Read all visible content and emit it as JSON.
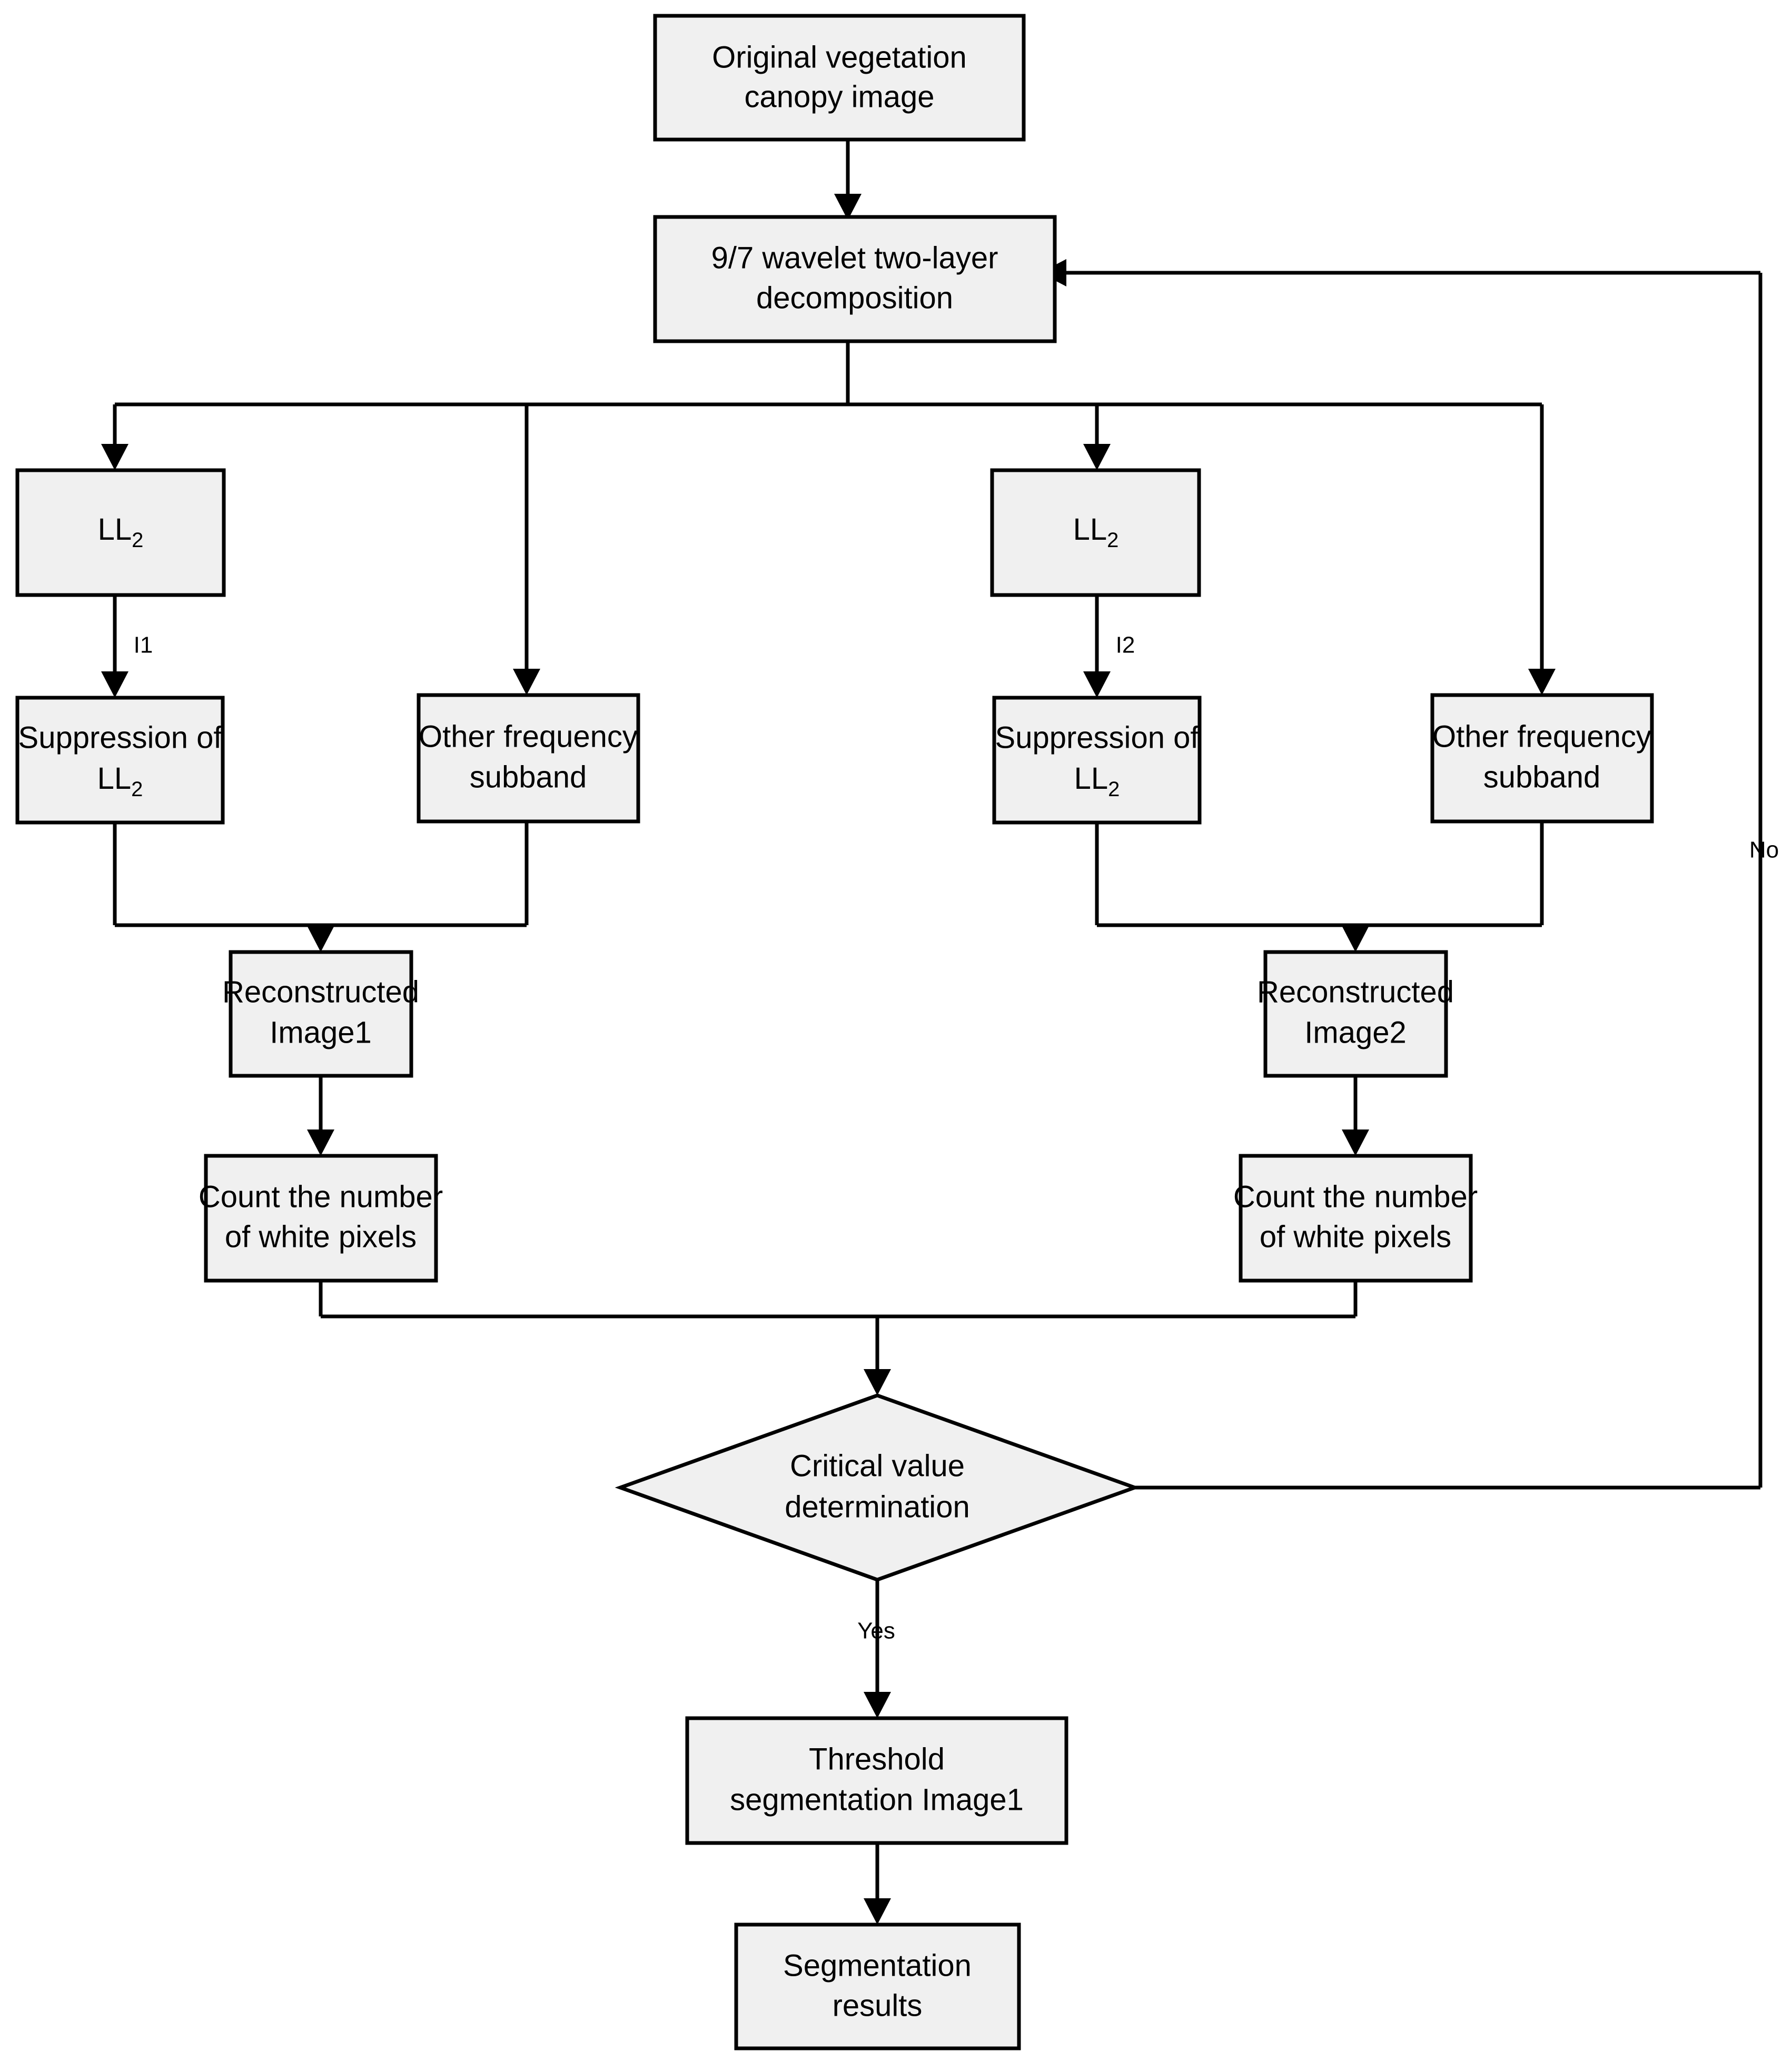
{
  "diagram": {
    "title": "Vegetation canopy image segmentation flowchart",
    "colors": {
      "node_fill": "#f0f0f0",
      "node_stroke": "#000000",
      "connector": "#000000",
      "background": "#ffffff"
    },
    "nodes": {
      "original_image": {
        "line1": "Original vegetation",
        "line2": "canopy image",
        "shape": "rectangle"
      },
      "wavelet_decomposition": {
        "line1": "9/7 wavelet two-layer",
        "line2": "decomposition",
        "shape": "rectangle"
      },
      "ll2_left": {
        "line1": "LL",
        "subscript": "2",
        "shape": "rectangle"
      },
      "ll2_right": {
        "line1": "LL",
        "subscript": "2",
        "shape": "rectangle"
      },
      "suppression_left": {
        "line1": "Suppression of",
        "line2": "LL",
        "subscript": "2",
        "shape": "rectangle"
      },
      "suppression_right": {
        "line1": "Suppression of",
        "line2": "LL",
        "subscript": "2",
        "shape": "rectangle"
      },
      "other_subband_left": {
        "line1": "Other frequency",
        "line2": "subband",
        "shape": "rectangle"
      },
      "other_subband_right": {
        "line1": "Other frequency",
        "line2": "subband",
        "shape": "rectangle"
      },
      "reconstructed_image1": {
        "line1": "Reconstructed",
        "line2": "Image1",
        "shape": "rectangle"
      },
      "reconstructed_image2": {
        "line1": "Reconstructed",
        "line2": "Image2",
        "shape": "rectangle"
      },
      "count_white_pixels_left": {
        "line1": "Count the number",
        "line2": "of white pixels",
        "shape": "rectangle"
      },
      "count_white_pixels_right": {
        "line1": "Count the number",
        "line2": "of white pixels",
        "shape": "rectangle"
      },
      "critical_value": {
        "line1": "Critical value",
        "line2": "determination",
        "shape": "diamond"
      },
      "threshold_segmentation": {
        "line1": "Threshold",
        "line2": "segmentation Image1",
        "shape": "rectangle"
      },
      "segmentation_results": {
        "line1": "Segmentation",
        "line2": "results",
        "shape": "rectangle"
      }
    },
    "edge_labels": {
      "i1": "I1",
      "i2": "I2",
      "yes": "Yes",
      "no": "No"
    }
  }
}
